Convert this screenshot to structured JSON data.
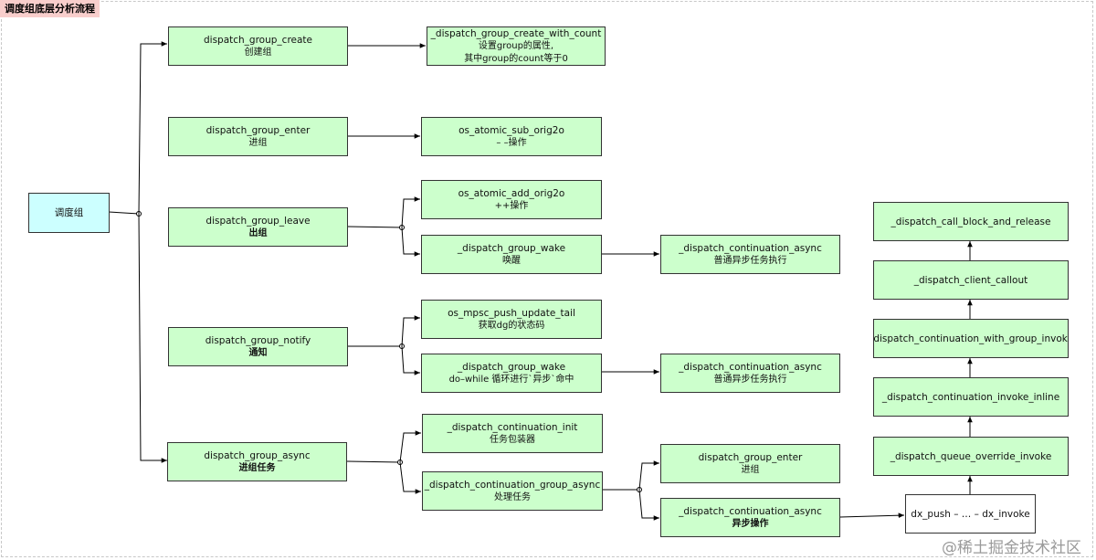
{
  "title": "调度组底层分析流程",
  "watermark": "@稀土掘金技术社区",
  "colors": {
    "node_fill": "#ccffcc",
    "root_fill": "#ccffff",
    "title_fill": "#f8cecc",
    "stroke": "#000000"
  },
  "nodes": {
    "root": {
      "label": "调度组"
    },
    "group_create": {
      "label": "dispatch_group_create",
      "sub": "创建组"
    },
    "create_with_count": {
      "label": "_dispatch_group_create_with_count",
      "sub": "设置group的属性,",
      "sub2": "其中group的count等于0"
    },
    "group_enter": {
      "label": "dispatch_group_enter",
      "sub": "进组"
    },
    "atomic_sub": {
      "label": "os_atomic_sub_orig2o",
      "sub": "– –操作"
    },
    "group_leave": {
      "label": "dispatch_group_leave",
      "sub": "出组"
    },
    "atomic_add": {
      "label": "os_atomic_add_orig2o",
      "sub": "++操作"
    },
    "group_wake_1": {
      "label": "_dispatch_group_wake",
      "sub": "唤醒"
    },
    "cont_async_1": {
      "label": "_dispatch_continuation_async",
      "sub": "普通异步任务执行"
    },
    "group_notify": {
      "label": "dispatch_group_notify",
      "sub": "通知"
    },
    "mpsc_push": {
      "label": "os_mpsc_push_update_tail",
      "sub": "获取dg的状态码"
    },
    "group_wake_2": {
      "label": "_dispatch_group_wake",
      "sub": "do–while 循环进行`异步`命中"
    },
    "cont_async_2": {
      "label": "_dispatch_continuation_async",
      "sub": "普通异步任务执行"
    },
    "group_async": {
      "label": "dispatch_group_async",
      "sub": "进组任务"
    },
    "cont_init": {
      "label": "_dispatch_continuation_init",
      "sub": "任务包装器"
    },
    "cont_group_async": {
      "label": "_dispatch_continuation_group_async",
      "sub": "处理任务"
    },
    "group_enter_2": {
      "label": "dispatch_group_enter",
      "sub": "进组"
    },
    "cont_async_3": {
      "label": "_dispatch_continuation_async",
      "sub": "异步操作"
    },
    "dx_push": {
      "label": "dx_push – … – dx_invoke"
    },
    "queue_override": {
      "label": "_dispatch_queue_override_invoke"
    },
    "invoke_inline": {
      "label": "_dispatch_continuation_invoke_inline"
    },
    "with_group_invoke": {
      "label": "_dispatch_continuation_with_group_invoke"
    },
    "client_callout": {
      "label": "_dispatch_client_callout"
    },
    "call_block": {
      "label": "_dispatch_call_block_and_release"
    }
  }
}
